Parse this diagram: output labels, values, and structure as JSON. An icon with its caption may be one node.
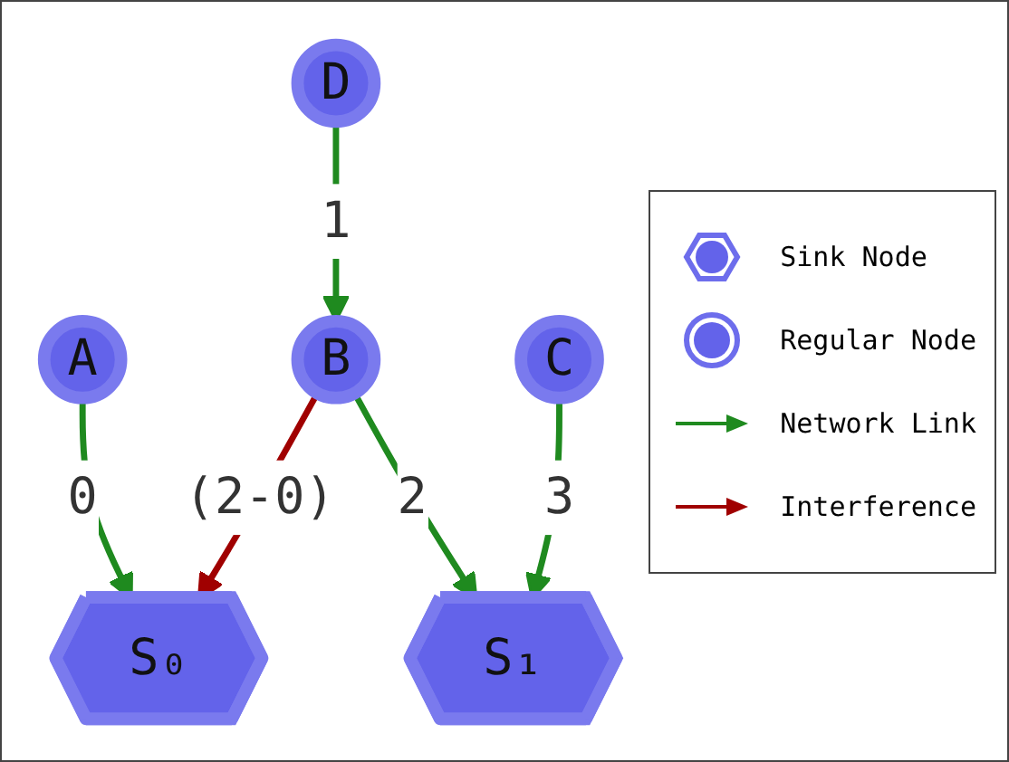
{
  "diagram": {
    "nodes": [
      {
        "text": [
          "A"
        ]
      },
      {
        "text": [
          "S₀"
        ]
      },
      {
        "text": [
          "B"
        ]
      },
      {
        "text": [
          "D"
        ]
      },
      {
        "text": [
          "C"
        ]
      },
      {
        "text": [
          "S₁"
        ]
      }
    ],
    "edges": [
      {
        "from": 0,
        "to": 1,
        "arrow": "to",
        "label": "0"
      },
      {
        "from": 2,
        "to": 1,
        "arrow": "to",
        "label": "(2-0)",
        "color": "#a00000"
      },
      {
        "from": 3,
        "to": 2,
        "arrow": "to",
        "label": "1"
      },
      {
        "from": 2,
        "to": 5,
        "arrow": "to",
        "label": "2"
      },
      {
        "from": 4,
        "to": 5,
        "arrow": "to",
        "label": "3"
      }
    ],
    "legend": [
      {
        "text": "Sink Node"
      },
      {
        "text": "Regular Node"
      },
      {
        "text": "Network Link"
      },
      {
        "text": "Interference"
      }
    ]
  }
}
